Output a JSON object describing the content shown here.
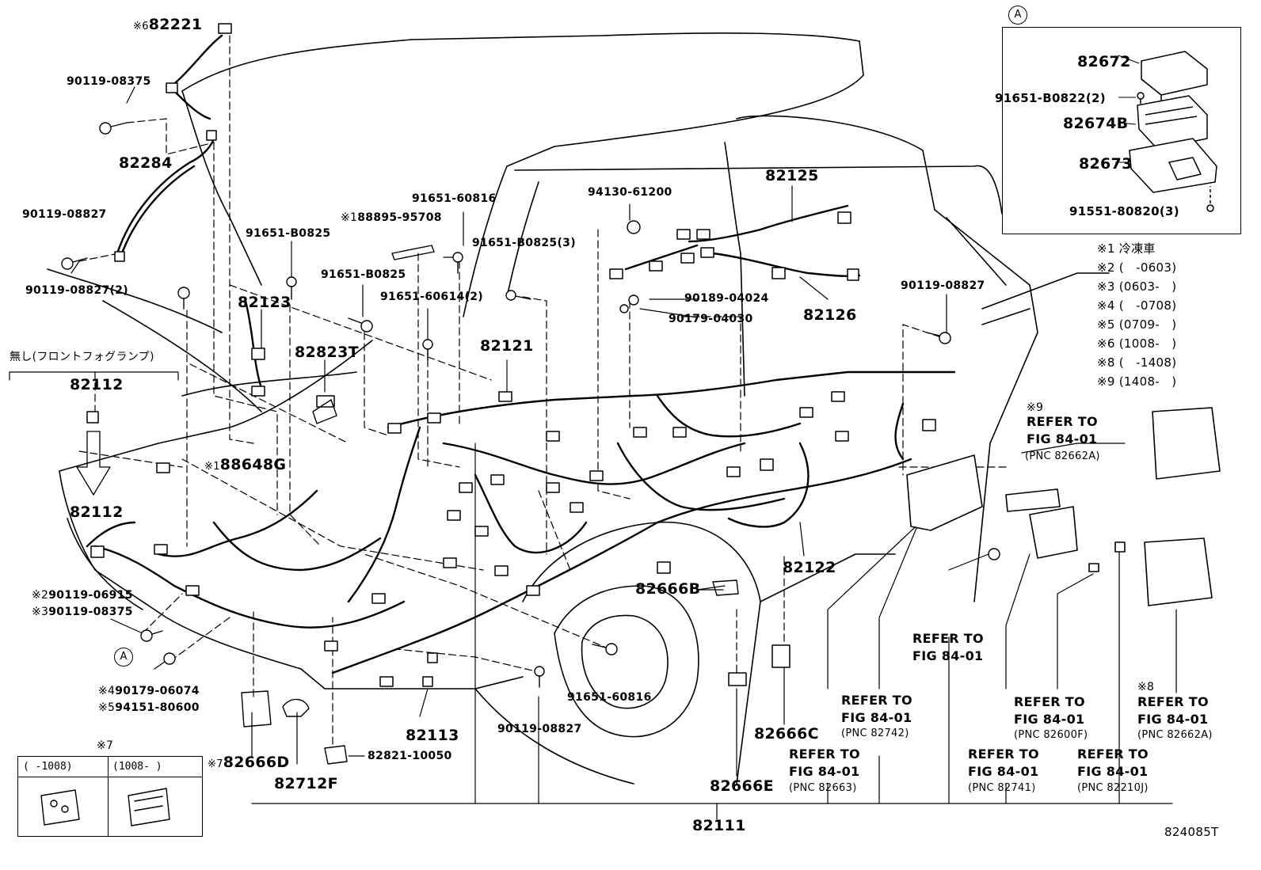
{
  "parts": {
    "p82221": "82221",
    "p82221_note": "※6",
    "p90119_08375_top": "90119-08375",
    "p82284": "82284",
    "p90119_08827_a": "90119-08827",
    "p90119_08827_2": "90119-08827(2)",
    "p91651_b0825_a": "91651-B0825",
    "p88895": "88895-95708",
    "p88895_note": "※1",
    "p91651_60816_top": "91651-60816",
    "p94130": "94130-61200",
    "p82125": "82125",
    "p91651_b0825_3": "91651-B0825(3)",
    "p91651_b0825_b": "91651-B0825",
    "p82123": "82123",
    "p91651_60614_2": "91651-60614(2)",
    "p82823t": "82823T",
    "p90189": "90189-04024",
    "p90179_04030": "90179-04030",
    "p82126": "82126",
    "p90119_08827_right": "90119-08827",
    "p82121": "82121",
    "p82112_top": "82112",
    "p82112_bottom": "82112",
    "p88648g": "88648G",
    "p88648g_note": "※1",
    "p82122": "82122",
    "p82666b": "82666B",
    "p90119_06915": "90119-06915",
    "p90119_06915_note": "※2",
    "p90119_08375_bot": "90119-08375",
    "p90119_08375_bot_note": "※3",
    "p90179_06074": "90179-06074",
    "p90179_06074_note": "※4",
    "p94151": "94151-80600",
    "p94151_note": "※5",
    "p91651_60816_bot": "91651-60816",
    "p82113": "82113",
    "p90119_08827_bot": "90119-08827",
    "p82821": "82821-10050",
    "p82666d": "82666D",
    "p82666d_note": "※7",
    "p82712f": "82712F",
    "p82666e": "82666E",
    "p82666c": "82666C",
    "p82111": "82111"
  },
  "fog_lamp_note": "無し(フロントフォグランプ)",
  "inset": {
    "marker": "A",
    "p82672": "82672",
    "p91651_b0822": "91651-B0822(2)",
    "p82674b": "82674B",
    "p82673": "82673",
    "p91551": "91551-80820(3)"
  },
  "marker_a": "A",
  "legend": [
    "※1 冷凍車",
    "※2 (   -0603)",
    "※3 (0603-   )",
    "※4 (   -0708)",
    "※5 (0709-   )",
    "※6 (1008-   )",
    "※8 (   -1408)",
    "※9 (1408-   )"
  ],
  "refers": {
    "r9_note": "※9",
    "r9": "REFER TO\nFIG 84-01",
    "r9_pnc": "(PNC 82662A)",
    "r_mid": "REFER TO\nFIG 84-01",
    "r742": "REFER TO\nFIG 84-01",
    "r742_pnc": "(PNC 82742)",
    "r600f": "REFER TO\nFIG 84-01",
    "r600f_pnc": "(PNC 82600F)",
    "r8_note": "※8",
    "r8": "REFER TO\nFIG 84-01",
    "r8_pnc": "(PNC 82662A)",
    "r663": "REFER TO\nFIG 84-01",
    "r663_pnc": "(PNC 82663)",
    "r741": "REFER TO\nFIG 84-01",
    "r741_pnc": "(PNC 82741)",
    "r210j": "REFER TO\nFIG 84-01",
    "r210j_pnc": "(PNC 82210J)"
  },
  "note7": {
    "title": "※7",
    "col1": "(   -1008)",
    "col2": "(1008-   )"
  },
  "figure_code": "824085T"
}
